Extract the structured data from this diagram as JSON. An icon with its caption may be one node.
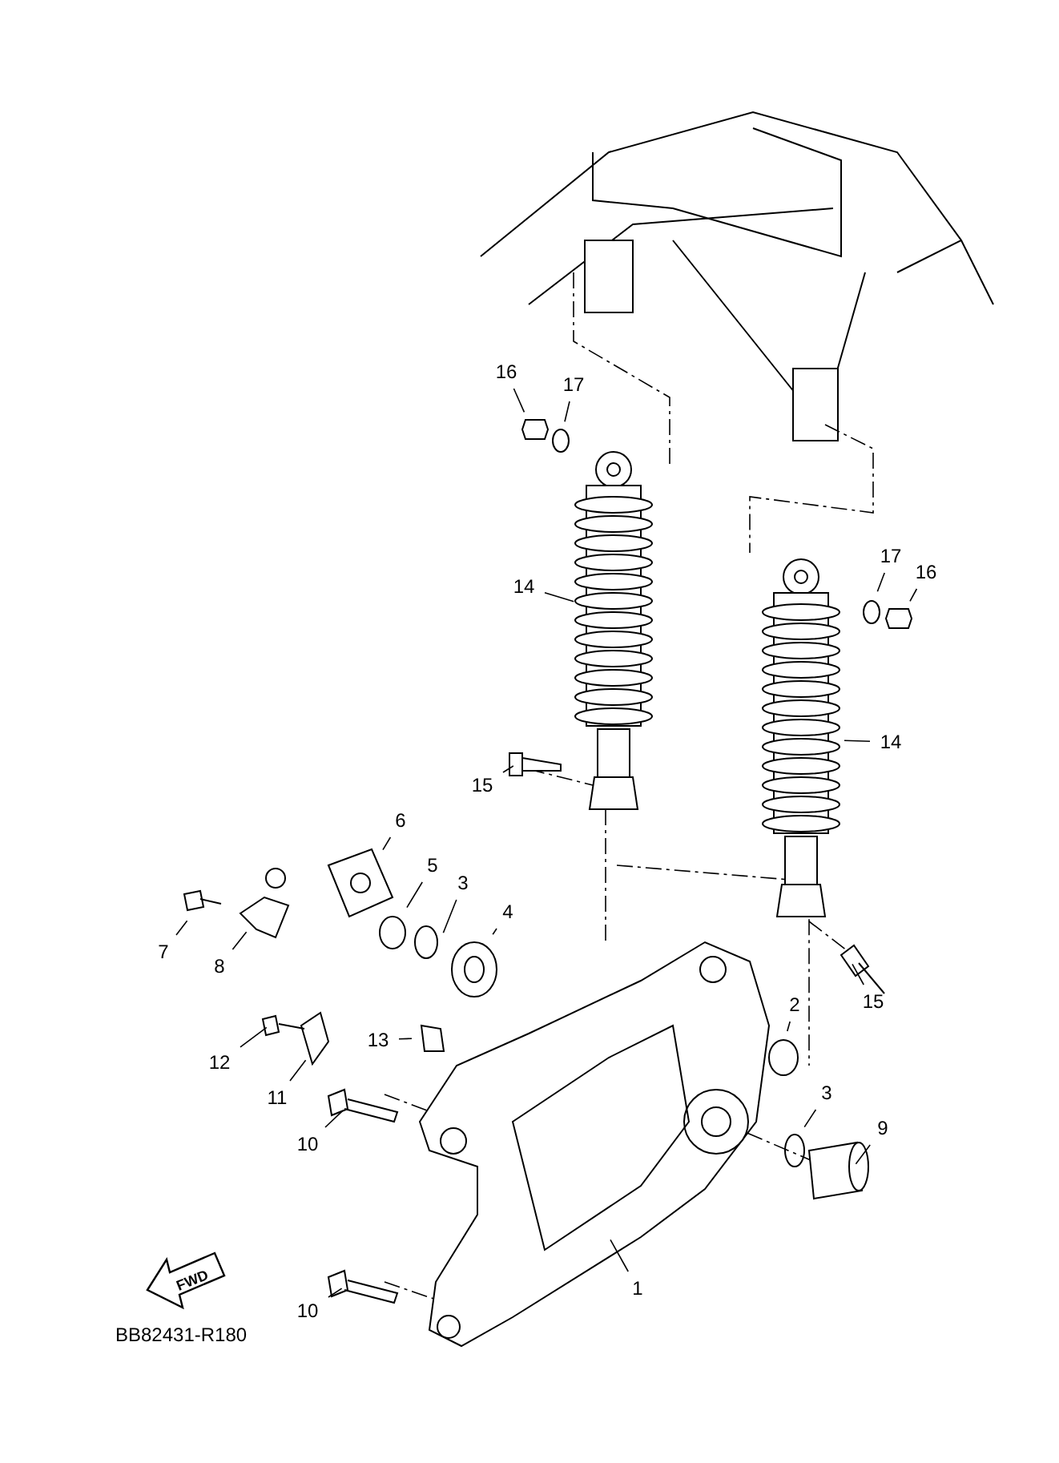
{
  "diagram": {
    "nodes": [
      {
        "text": [
          "16"
        ]
      },
      {
        "text": [
          "17"
        ]
      },
      {
        "text": [
          "14"
        ]
      },
      {
        "text": [
          "15"
        ]
      },
      {
        "text": [
          "17"
        ]
      },
      {
        "text": [
          "16"
        ]
      },
      {
        "text": [
          "14"
        ]
      },
      {
        "text": [
          "15"
        ]
      },
      {
        "text": [
          "6"
        ]
      },
      {
        "text": [
          "5"
        ]
      },
      {
        "text": [
          "3"
        ]
      },
      {
        "text": [
          "4"
        ]
      },
      {
        "text": [
          "7"
        ]
      },
      {
        "text": [
          "8"
        ]
      },
      {
        "text": [
          "2"
        ]
      },
      {
        "text": [
          "12"
        ]
      },
      {
        "text": [
          "13"
        ]
      },
      {
        "text": [
          "11"
        ]
      },
      {
        "text": [
          "10"
        ]
      },
      {
        "text": [
          "3"
        ]
      },
      {
        "text": [
          "9"
        ]
      },
      {
        "text": [
          "10"
        ]
      },
      {
        "text": [
          "1"
        ]
      }
    ],
    "edges": [
      {
        "from": 0,
        "to": null,
        "arrow": "none"
      },
      {
        "from": 1,
        "to": null,
        "arrow": "none"
      },
      {
        "from": 2,
        "to": null,
        "arrow": "none"
      },
      {
        "from": 3,
        "to": null,
        "arrow": "none"
      },
      {
        "from": 4,
        "to": null,
        "arrow": "none"
      },
      {
        "from": 5,
        "to": null,
        "arrow": "none"
      },
      {
        "from": 6,
        "to": null,
        "arrow": "none"
      },
      {
        "from": 7,
        "to": null,
        "arrow": "none"
      },
      {
        "from": 8,
        "to": null,
        "arrow": "none"
      },
      {
        "from": 9,
        "to": null,
        "arrow": "none"
      },
      {
        "from": 10,
        "to": null,
        "arrow": "none"
      },
      {
        "from": 11,
        "to": null,
        "arrow": "none"
      },
      {
        "from": 12,
        "to": null,
        "arrow": "none"
      },
      {
        "from": 13,
        "to": null,
        "arrow": "none"
      },
      {
        "from": 14,
        "to": null,
        "arrow": "none"
      },
      {
        "from": 15,
        "to": null,
        "arrow": "none"
      },
      {
        "from": 16,
        "to": null,
        "arrow": "none"
      },
      {
        "from": 17,
        "to": null,
        "arrow": "none"
      },
      {
        "from": 18,
        "to": null,
        "arrow": "none"
      },
      {
        "from": 19,
        "to": null,
        "arrow": "none"
      },
      {
        "from": 20,
        "to": null,
        "arrow": "none"
      },
      {
        "from": 21,
        "to": null,
        "arrow": "none"
      },
      {
        "from": 22,
        "to": null,
        "arrow": "none"
      }
    ],
    "labels": [
      "FWD",
      "BB82431-R180"
    ]
  }
}
